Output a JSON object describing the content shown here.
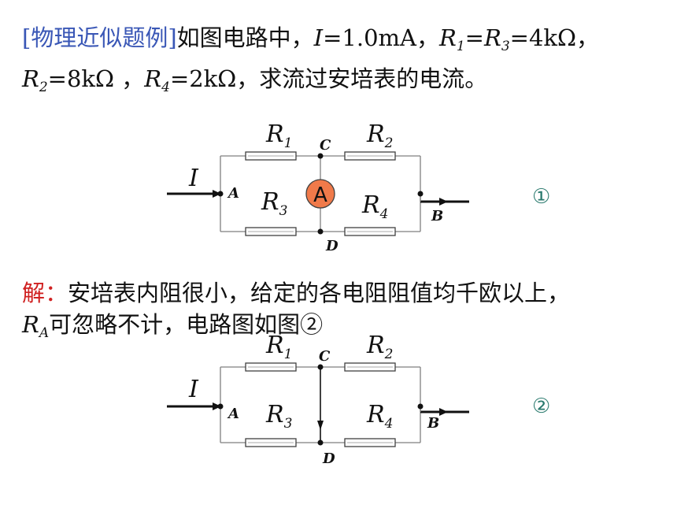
{
  "problem": {
    "tag": "[物理近似题例]",
    "intro": "如图电路中，",
    "I_var": "I",
    "I_value": "=1.0mA，",
    "R1_var": "R",
    "R1_sub": "1",
    "R3_eq": "=",
    "R3_var": "R",
    "R3_sub": "3",
    "R13_value": "=4kΩ，",
    "R2_var": "R",
    "R2_sub": "2",
    "R2_value": "=8kΩ ，",
    "R4_var": "R",
    "R4_sub": "4",
    "R4_value": "=2kΩ，求流过安培表的电流。"
  },
  "solution": {
    "label": "解：",
    "text1": "安培表内阻很小，给定的各电阻阻值均千欧以上，",
    "RA_var": "R",
    "RA_sub": "A",
    "text2": "可忽略不计，电路图如图②"
  },
  "circuit1": {
    "current_label": "I",
    "R1": "R",
    "R1_sub": "1",
    "R2": "R",
    "R2_sub": "2",
    "R3": "R",
    "R3_sub": "3",
    "R4": "R",
    "R4_sub": "4",
    "node_A": "A",
    "node_B": "B",
    "node_C": "C",
    "node_D": "D",
    "ammeter_label": "A",
    "mark": "①"
  },
  "circuit2": {
    "current_label": "I",
    "R1": "R",
    "R1_sub": "1",
    "R2": "R",
    "R2_sub": "2",
    "R3": "R",
    "R3_sub": "3",
    "R4": "R",
    "R4_sub": "4",
    "node_A": "A",
    "node_B": "B",
    "node_C": "C",
    "node_D": "D",
    "mark": "②"
  },
  "colors": {
    "tag": "#3a57b6",
    "solution_label": "#d02222",
    "ammeter_fill": "#f07a4a",
    "figure_mark": "#2a7a6e"
  }
}
